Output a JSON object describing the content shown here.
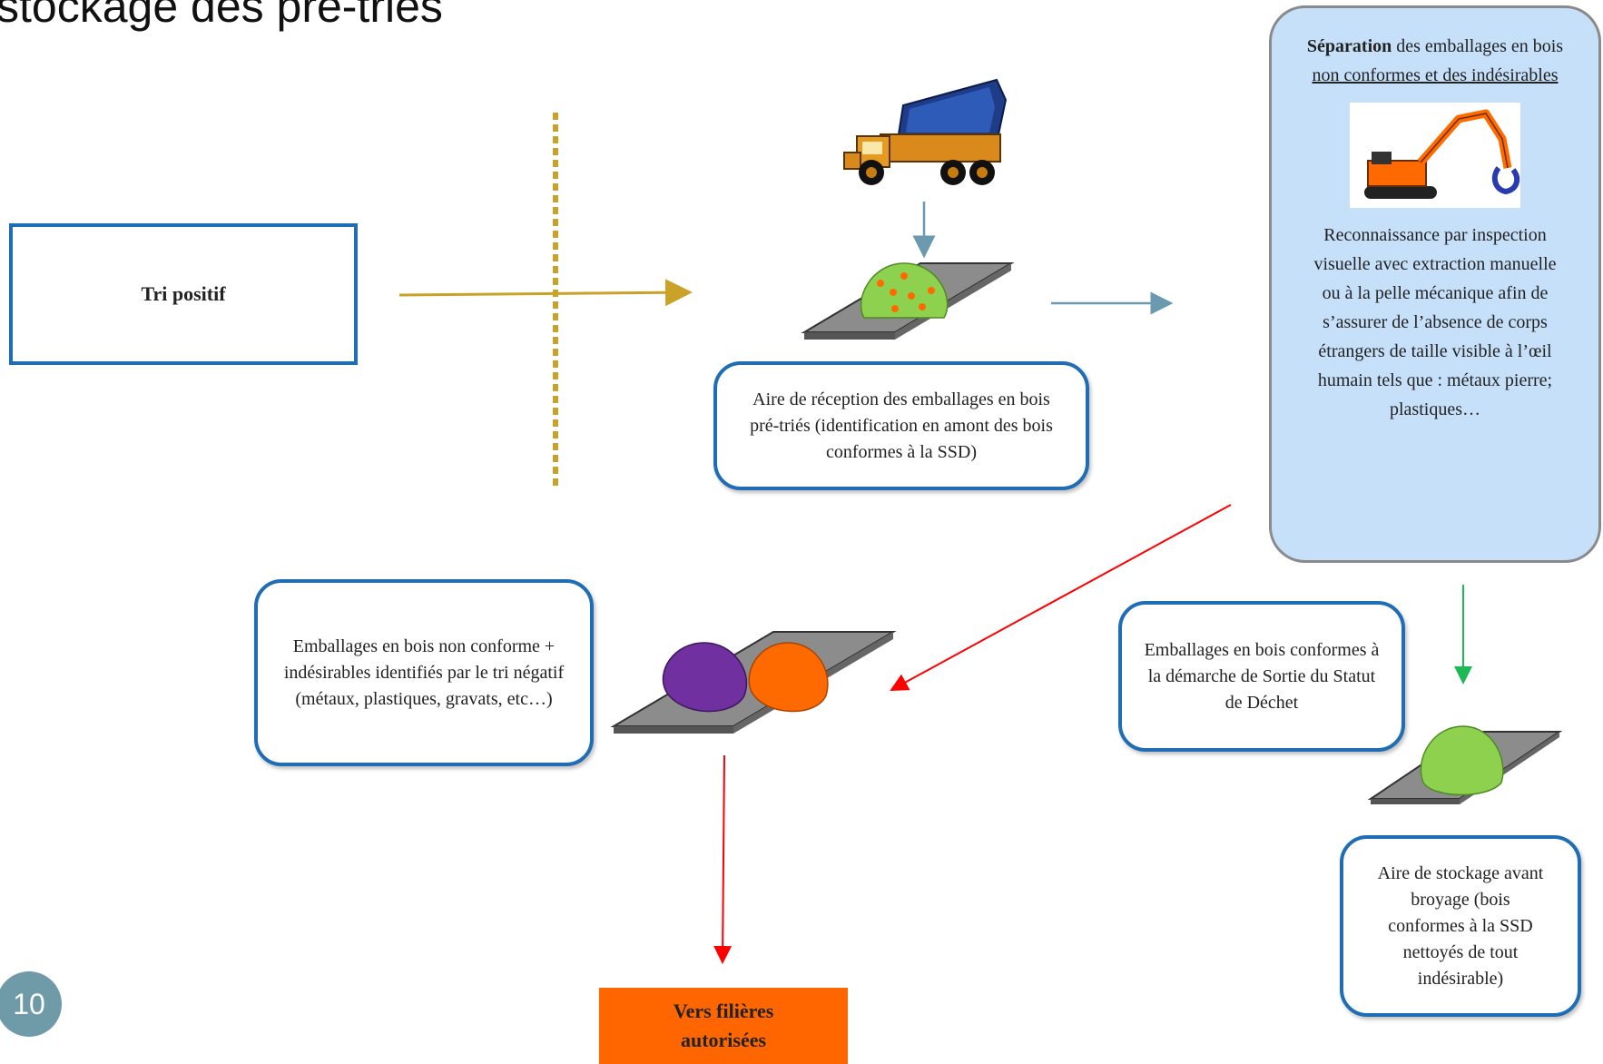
{
  "title": "stockage des pré-triés",
  "page_number": "10",
  "tri_positif": "Tri positif",
  "aire_reception": "Aire de réception des emballages en bois pré-triés (identification en amont des bois conformes à la SSD)",
  "separation": {
    "bold": "Séparation",
    "text1": " des emballages en bois ",
    "underlined": "non conformes et des indésirables",
    "description": "Reconnaissance par inspection visuelle avec extraction manuelle ou à la pelle mécanique afin de s’assurer de l’absence de corps étrangers de taille visible à l’œil humain tels que : métaux pierre; plastiques…"
  },
  "non_conforme": "Emballages en bois non conforme + indésirables identifiés par le tri négatif (métaux, plastiques, gravats, etc…)",
  "conformes_ssd": "Emballages en bois conformes à la démarche de Sortie du Statut de Déchet",
  "aire_stockage": "Aire de stockage avant broyage  (bois conformes à la SSD nettoyés de tout indésirable)",
  "vers_filieres": "Vers filières autorisées",
  "colors": {
    "box_border": "#1f6db5",
    "panel_bg": "#c6e0fa",
    "orange": "#ff6600",
    "red_arrow": "#ff0000",
    "green_arrow": "#1db954",
    "gold_arrow": "#c9a227",
    "blue_arrow": "#6b9ab0",
    "green_pile": "#8ed14f",
    "purple_pile": "#7030a0",
    "orange_pile": "#ff6a00"
  },
  "icons": [
    "dump-truck-icon",
    "excavator-icon",
    "pile-icon"
  ]
}
